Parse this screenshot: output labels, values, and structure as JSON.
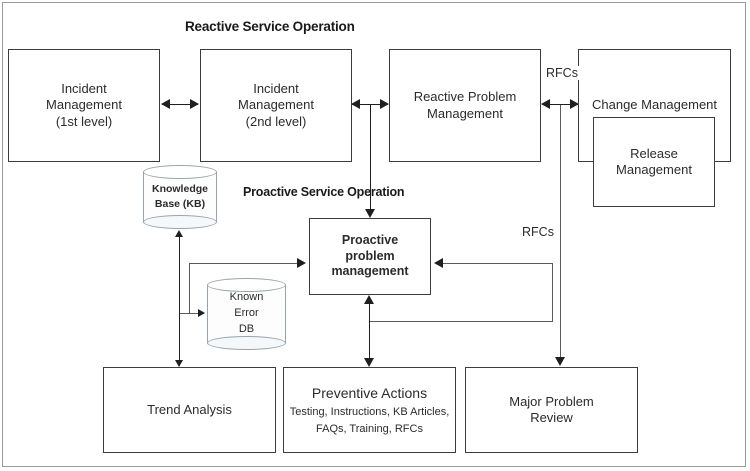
{
  "diagram": {
    "headings": {
      "reactive": "Reactive Service Operation",
      "proactive": "Proactive Service Operation"
    },
    "boxes": {
      "incident_1st": {
        "line1": "Incident",
        "line2": "Management",
        "line3": "(1st level)"
      },
      "incident_2nd": {
        "line1": "Incident",
        "line2": "Management",
        "line3": "(2nd level)"
      },
      "reactive_problem": {
        "line1": "Reactive Problem",
        "line2": "Management"
      },
      "change_mgmt": {
        "line1": "Change Management"
      },
      "release_mgmt": {
        "line1": "Release",
        "line2": "Management"
      },
      "proactive_problem": {
        "line1": "Proactive",
        "line2": "problem",
        "line3": "management"
      },
      "trend_analysis": {
        "line1": "Trend Analysis"
      },
      "preventive_actions": {
        "line1": "Preventive Actions",
        "line2": "Testing, Instructions, KB Articles,",
        "line3": "FAQs, Training, RFCs"
      },
      "major_problem_review": {
        "line1": "Major Problem",
        "line2": "Review"
      }
    },
    "datastores": {
      "knowledge_base": {
        "line1": "Knowledge",
        "line2": "Base (KB)"
      },
      "known_error_db": {
        "line1": "Known",
        "line2": "Error",
        "line3": "DB"
      }
    },
    "edge_labels": {
      "rfcs_top": "RFCs",
      "rfcs_mid": "RFCs"
    },
    "colors": {
      "box_border": "#3c3c3c",
      "connector": "#1f1f1f",
      "cylinder_border": "#9aa3ad",
      "frame": "#9a9a9a",
      "text": "#2b2b2b",
      "background": "#ffffff"
    }
  }
}
